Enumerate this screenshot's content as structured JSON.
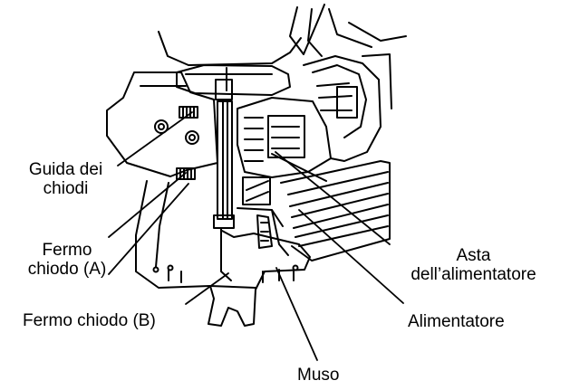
{
  "labels": {
    "guida_line1": "Guida dei",
    "guida_line2": "chiodi",
    "fermo_a_line1": "Fermo",
    "fermo_a_line2": "chiodo (A)",
    "fermo_b": "Fermo chiodo (B)",
    "asta_line1": "Asta",
    "asta_line2": "dell’alimentatore",
    "alimentatore": "Alimentatore",
    "muso": "Muso"
  }
}
